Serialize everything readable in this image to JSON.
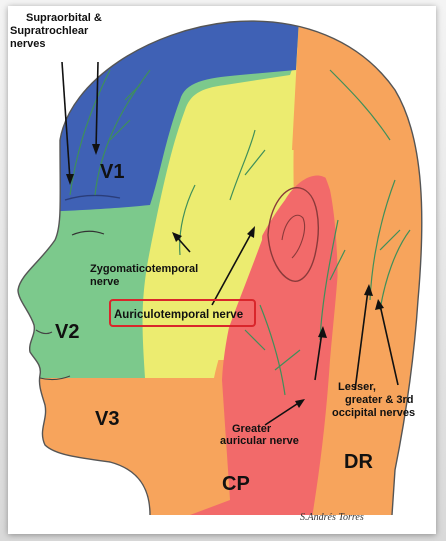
{
  "labels": {
    "supraorbital_line1": "Supraorbital &",
    "supraorbital_line2": "Supratrochlear",
    "supraorbital_line3": "nerves",
    "zygomatico_line1": "Zygomaticotemporal",
    "zygomatico_line2": "nerve",
    "auriculotemporal": "Auriculotemporal nerve",
    "greater_line1": "Greater",
    "greater_line2": "auricular nerve",
    "occipital_line1": "Lesser,",
    "occipital_line2": "greater & 3rd",
    "occipital_line3": "occipital nerves"
  },
  "regions": {
    "v1": "V1",
    "v2": "V2",
    "v3": "V3",
    "cp": "CP",
    "dr": "DR"
  },
  "signature": "S.Andrés Torres",
  "colors": {
    "v1": "#3f61b5",
    "v2": "#7cc98c",
    "v3": "#ecec70",
    "cp": "#f26a6a",
    "dr": "#f7a45c",
    "highlight_box": "#d9262b",
    "nerve": "#3f8f5a"
  }
}
